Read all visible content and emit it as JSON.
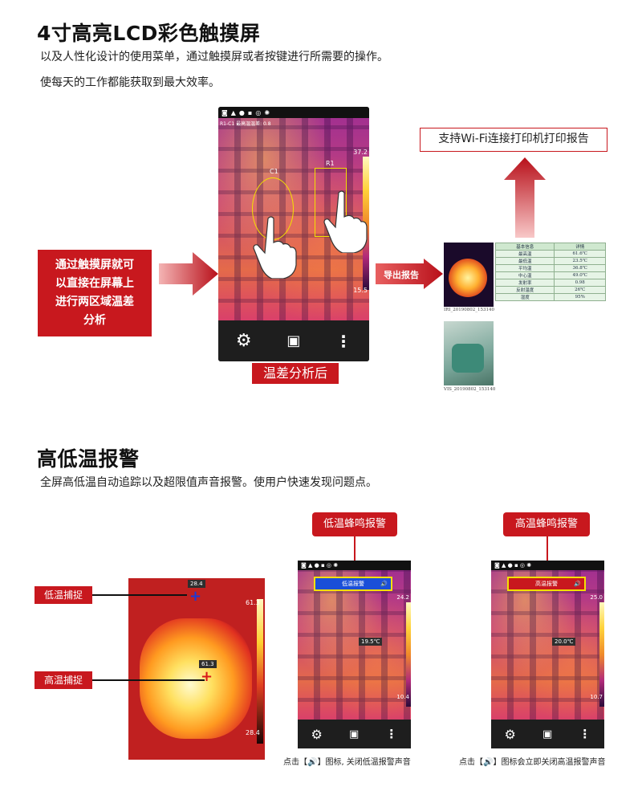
{
  "section1": {
    "title": "4寸高亮LCD彩色触摸屏",
    "line1": "以及人性化设计的使用菜单，通过触摸屏或者按键进行所需要的操作。",
    "line2": "使每天的工作都能获取到最大效率。",
    "phone": {
      "status_text": "R1-C1 最高温温差: 0.8",
      "c1_label": "C1",
      "r1_label": "R1",
      "scale_max": "37.2",
      "scale_min": "15.5"
    },
    "left_callout": [
      "通过触摸屏就可",
      "以直接在屏幕上",
      "进行两区域温差",
      "分析"
    ],
    "caption": "温差分析后",
    "export_label": "导出报告",
    "wifi_label": "支持Wi-Fi连接打印机打印报告",
    "report": {
      "ir_caption": "IRI_20190802_153140",
      "vis_caption": "VIS_20190802_153140",
      "table_header": [
        "基本信息",
        "详情"
      ],
      "table_rows": [
        [
          "最高温",
          "61.6℃"
        ],
        [
          "最低温",
          "23.5℃"
        ],
        [
          "平均温",
          "36.8℃"
        ],
        [
          "中心温",
          "49.0℃"
        ],
        [
          "发射率",
          "0.98"
        ],
        [
          "反射温度",
          "26℃"
        ],
        [
          "湿度",
          "95%"
        ]
      ]
    }
  },
  "section2": {
    "title": "高低温报警",
    "line1": "全屏高低温自动追踪以及超限值声音报警。使用户快速发现问题点。",
    "motor": {
      "low_label": "低温捕捉",
      "high_label": "高温捕捉",
      "low_value": "28.4",
      "high_value": "61.3",
      "scale_max": "61.3",
      "scale_min": "28.4"
    },
    "low_alarm": {
      "title": "低温蜂鸣报警",
      "banner": "低温报警",
      "center": "19.5℃",
      "scale_max": "24.2",
      "scale_min": "10.4",
      "caption": "点击【🔊】图标, 关闭低温报警声音"
    },
    "high_alarm": {
      "title": "高温蜂鸣报警",
      "banner": "高温报警",
      "center": "20.0℃",
      "scale_max": "25.0",
      "scale_min": "10.7",
      "caption": "点击【🔊】图标会立即关闭高温报警声音"
    }
  },
  "colors": {
    "accent_red": "#c8181e",
    "dark_red": "#a8101a",
    "low_alarm_blue": "#1a4fd8",
    "alarm_yellow": "#f4e100"
  },
  "icons": [
    "settings-gear-icon",
    "gallery-image-icon",
    "more-dots-icon",
    "speaker-icon"
  ]
}
